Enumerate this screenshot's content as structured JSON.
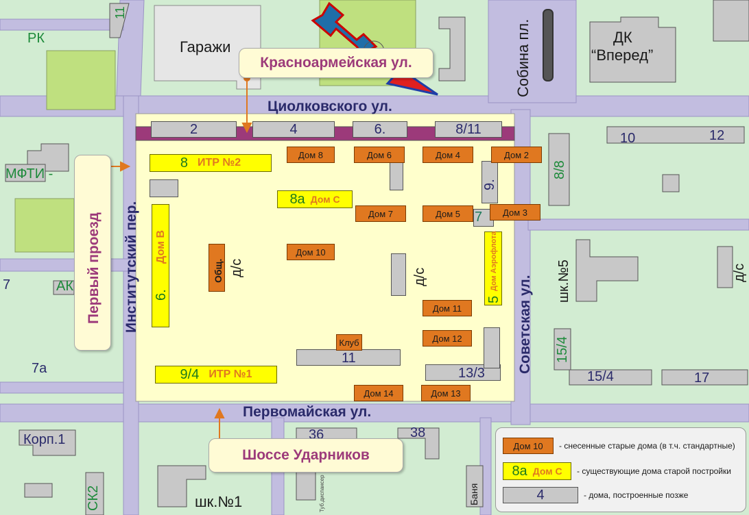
{
  "streets": {
    "tsiolkovskogo": "Циолковского ул.",
    "pervomayskaya": "Первомайская ул.",
    "institutsky": "Институтский пер.",
    "sovetskaya": "Советская ул.",
    "sobina": "Собина пл."
  },
  "callouts": {
    "krasnoarmeyskaya": "Красноармейская ул.",
    "perviy_proezd": "Первый проезд",
    "shosse": "Шоссе Ударников"
  },
  "places": {
    "garazhi": "Гаражи",
    "dk": "ДК",
    "vpered": "“Вперед”",
    "rk": "РК",
    "mfti": "МФТИ -",
    "ak": "АК",
    "n7": "7",
    "n7a": "7а",
    "n11top": "11",
    "korp1": "Корп.1",
    "sk2": "СК2",
    "shk1": "шк.№1",
    "shk5": "шк.№5",
    "banya": "Баня",
    "tub": "Туб.диспансер",
    "ds1": "д/с",
    "ds2": "д/с",
    "ds3": "д/с"
  },
  "demolished": {
    "dom8": "Дом 8",
    "dom6": "Дом 6",
    "dom4": "Дом 4",
    "dom2": "Дом 2",
    "dom7": "Дом 7",
    "dom5": "Дом 5",
    "dom3": "Дом 3",
    "dom10": "Дом 10",
    "dom11": "Дом 11",
    "dom12": "Дом 12",
    "dom14": "Дом 14",
    "dom13": "Дом 13",
    "klub": "Клуб",
    "obshch": "Общ.",
    "aeroflot": "Дом Аэрофлота"
  },
  "old_existing": {
    "itr2_num": "8",
    "itr2_name": "ИТР №2",
    "domc_num": "8а",
    "domc_name": "Дом С",
    "domb_num": "6.",
    "domb_name": "Дом В",
    "itr1_num": "9/4",
    "itr1_name": "ИТР №1",
    "aeroflot_num": "5"
  },
  "newer": {
    "n2": "2",
    "n4": "4",
    "n6": "6.",
    "n8_11": "8/11",
    "n9": "9.",
    "n7b": "7",
    "n11": "11",
    "n13_3": "13/3",
    "n10": "10",
    "n12": "12",
    "n8_8": "8/8",
    "n15_4v": "15/4",
    "n15_4": "15/4",
    "n17": "17",
    "n36": "36",
    "n38": "38"
  },
  "legend": {
    "demolished_sample": "Дом 10",
    "demolished_text": "- снесенные старые дома (в т.ч. стандартные)",
    "old_num": "8а",
    "old_name": "Дом С",
    "old_text": "- существующие дома старой постройки",
    "newer_sample": "4",
    "newer_text": "- дома, построенные позже"
  },
  "colors": {
    "road": "#c2bde0",
    "block": "#d2ecd2",
    "district": "#ffffcc",
    "demolished": "#e07820",
    "old_existing": "#ffff00",
    "newer": "#c8c8c8",
    "arrow": "#e07820",
    "callout_text": "#9c3a7a",
    "street_text": "#2a2a6a"
  }
}
